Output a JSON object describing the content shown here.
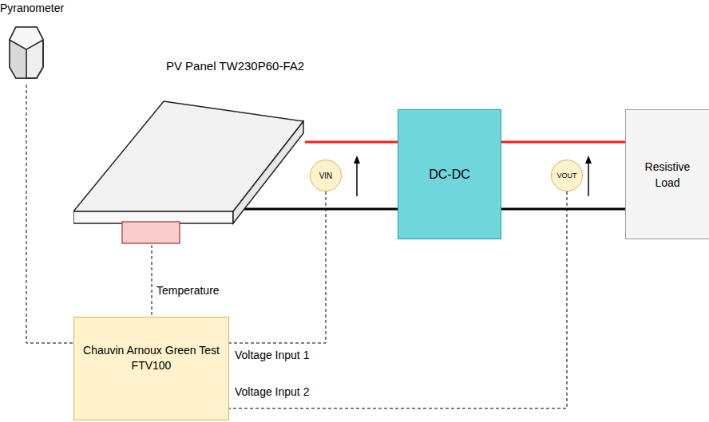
{
  "diagram": {
    "nodes": [
      {
        "text": [
          "Pyranometer"
        ]
      },
      {
        "text": [
          "PV Panel TW230P60-FA2"
        ]
      },
      {
        "text": [
          "VIN"
        ]
      },
      {
        "text": [
          "DC-DC"
        ]
      },
      {
        "text": [
          "VOUT"
        ]
      },
      {
        "text": [
          "Resistive Load"
        ]
      },
      {
        "text": [
          "Chauvin Arnoux Green Test FTV100"
        ]
      }
    ],
    "edges": [
      {
        "from": 0,
        "to": 6,
        "arrow": "none"
      },
      {
        "from": 1,
        "to": 6,
        "label": "Temperature",
        "arrow": "none"
      },
      {
        "from": 2,
        "to": 6,
        "label": "Voltage Input 1",
        "arrow": "none"
      },
      {
        "from": 4,
        "to": 6,
        "label": "Voltage Input 2",
        "arrow": "none"
      },
      {
        "from": 1,
        "to": 3,
        "arrow": "none"
      },
      {
        "from": 3,
        "to": 5,
        "arrow": "none"
      }
    ]
  }
}
